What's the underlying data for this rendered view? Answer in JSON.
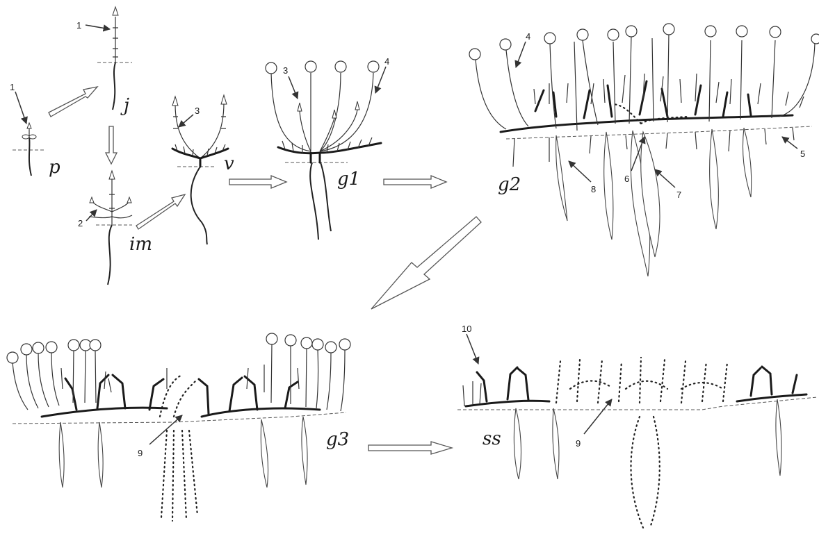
{
  "stages": {
    "p": "p",
    "j": "j",
    "im": "im",
    "v": "v",
    "g1": "g1",
    "g2": "g2",
    "g3": "g3",
    "ss": "ss"
  },
  "numbers": [
    "1",
    "2",
    "3",
    "4",
    "5",
    "6",
    "7",
    "8",
    "9",
    "10"
  ]
}
